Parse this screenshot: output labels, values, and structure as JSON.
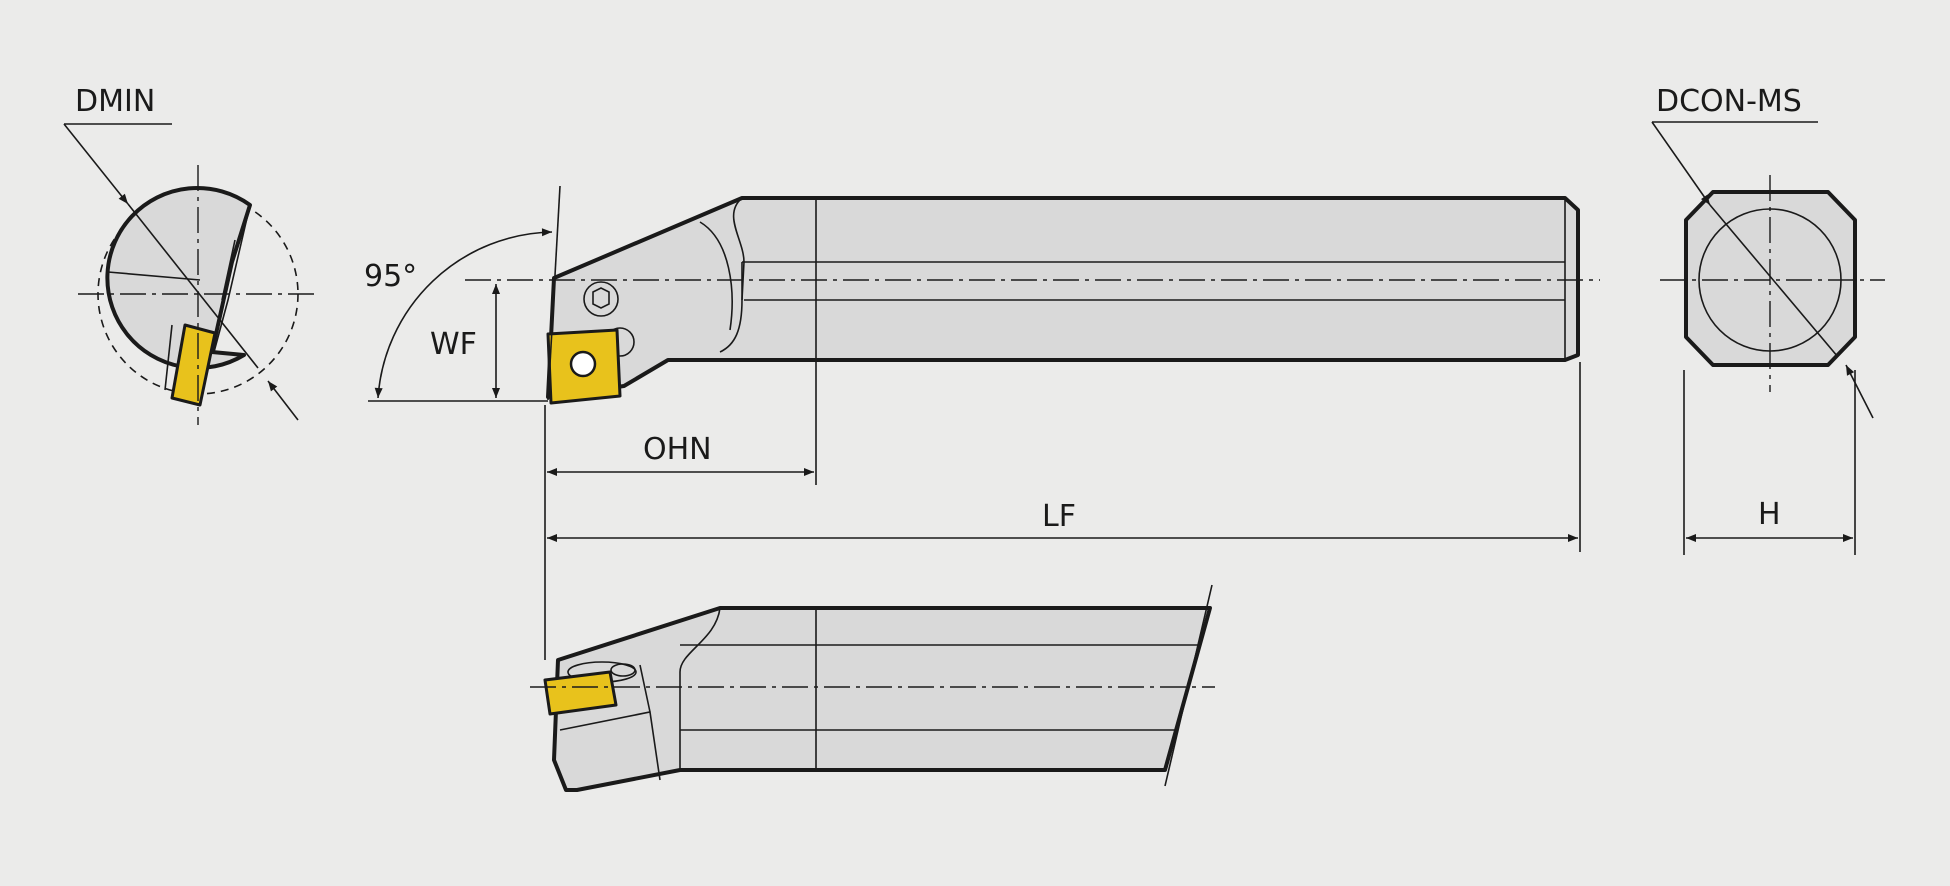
{
  "labels": {
    "dmin": "DMIN",
    "dcon_ms": "DCON-MS",
    "angle": "95°",
    "wf": "WF",
    "ohn": "OHN",
    "lf": "LF",
    "h": "H"
  },
  "colors": {
    "background": "#ebebea",
    "body": "#d9d9d9",
    "insert": "#e8c21c",
    "line": "#1a1a1a"
  }
}
